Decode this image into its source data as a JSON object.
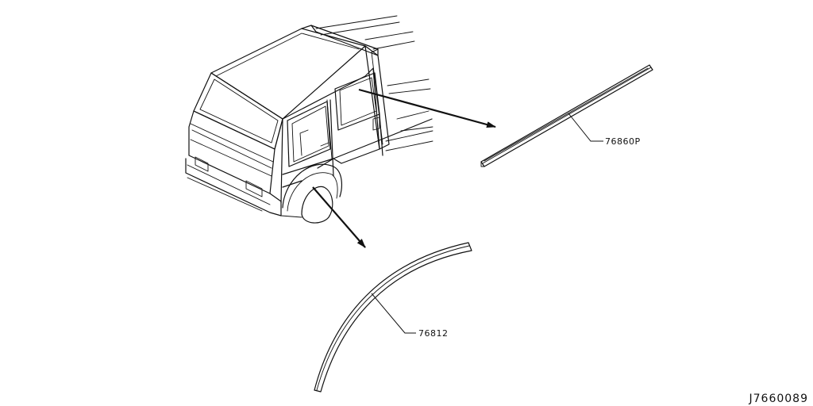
{
  "callouts": [
    {
      "part_number": "76860P"
    },
    {
      "part_number": "76812"
    }
  ],
  "drawing_code": "J7660089"
}
